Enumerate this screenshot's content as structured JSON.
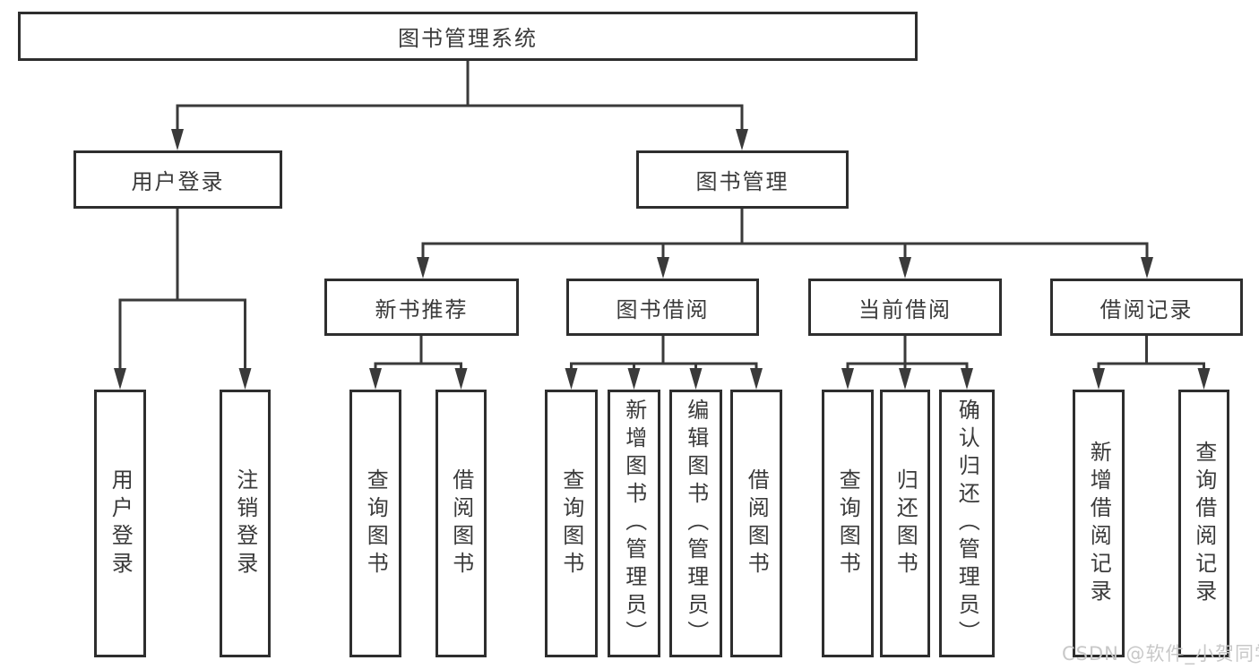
{
  "diagram_title": "图书管理系统",
  "tree": {
    "root": {
      "label": "图书管理系统",
      "children": [
        {
          "label": "用户登录",
          "children": [
            {
              "label": "用户登录"
            },
            {
              "label": "注销登录"
            }
          ]
        },
        {
          "label": "图书管理",
          "children": [
            {
              "label": "新书推荐",
              "children": [
                {
                  "label": "查询图书"
                },
                {
                  "label": "借阅图书"
                }
              ]
            },
            {
              "label": "图书借阅",
              "children": [
                {
                  "label": "查询图书"
                },
                {
                  "label": "新增图书（管理员）"
                },
                {
                  "label": "编辑图书（管理员）"
                },
                {
                  "label": "借阅图书"
                }
              ]
            },
            {
              "label": "当前借阅",
              "children": [
                {
                  "label": "查询图书"
                },
                {
                  "label": "归还图书"
                },
                {
                  "label": "确认归还（管理员）"
                }
              ]
            },
            {
              "label": "借阅记录",
              "children": [
                {
                  "label": "新增借阅记录"
                },
                {
                  "label": "查询借阅记录"
                }
              ]
            }
          ]
        }
      ]
    }
  },
  "watermark": {
    "text": "CSDN @软件_小贺同学"
  },
  "colors": {
    "background": "#ffffff",
    "box_border": "#2e2e2e",
    "line": "#3a3a3a",
    "text": "#3a3a3a",
    "watermark": "#c8c8c8"
  }
}
